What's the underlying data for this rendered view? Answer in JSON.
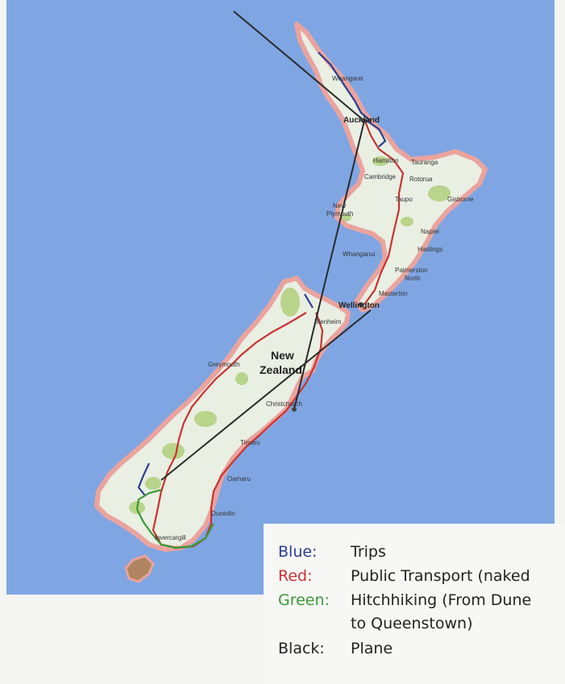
{
  "map": {
    "colors": {
      "ocean": "#7fa6e3",
      "land": "#e9efe3",
      "coast": "#eba39d",
      "forest": "#b9d48b",
      "trips": "#2b3f8f",
      "public_transport": "#c8332f",
      "hitchhiking": "#3a9a34",
      "plane": "#2a2a2a"
    },
    "country_label": [
      "New",
      "Zealand"
    ],
    "cities": {
      "whangarei": "Whangarei",
      "auckland": "Auckland",
      "tauranga": "Tauranga",
      "hamilton": "Hamilton",
      "cambridge": "Cambridge",
      "rotorua": "Rotorua",
      "taupo": "Taupo",
      "gisborne": "Gisborne",
      "new_plymouth": [
        "New",
        "Plymouth"
      ],
      "napier": "Napier",
      "hastings": "Hastings",
      "whanganui": "Whanganui",
      "palmerston_north": [
        "Palmerston",
        "North"
      ],
      "masterton": "Masterton",
      "wellington": "Wellington",
      "blenheim": "Blenheim",
      "greymouth": "Greymouth",
      "christchurch": "Christchurch",
      "timaru": "Timaru",
      "oamaru": "Oamaru",
      "dunedin": "Dunedin",
      "invercargill": "Invercargill"
    }
  },
  "legend": {
    "items": [
      {
        "key": "Blue:",
        "desc": "Trips",
        "color": "#2b3f8f"
      },
      {
        "key": "Red:",
        "desc": "Public Transport (naked",
        "color": "#c8332f"
      },
      {
        "key": "Green:",
        "desc": "Hitchhiking (From Dune",
        "color": "#3a9a34"
      },
      {
        "key": "",
        "desc": "to Queenstown)",
        "color": "#222222"
      },
      {
        "key": "Black:",
        "desc": "Plane",
        "color": "#222222"
      }
    ]
  }
}
